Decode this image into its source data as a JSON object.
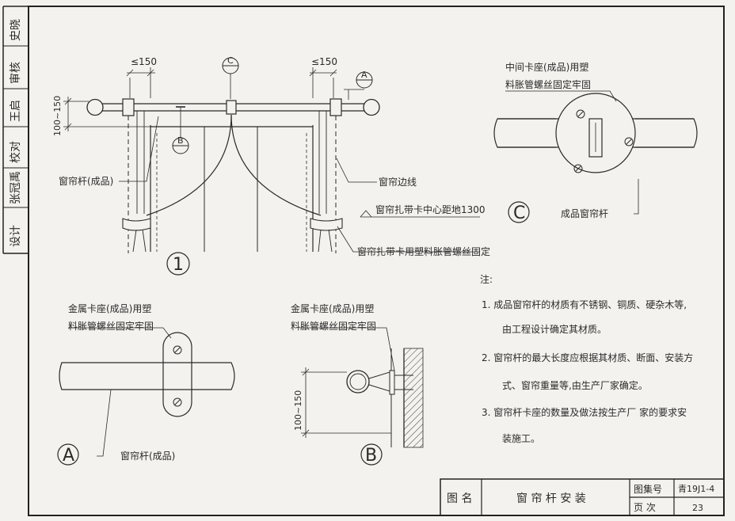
{
  "sidebar": {
    "design": "设计",
    "design_sig": "张冠禹",
    "check": "校对",
    "check_sig": "王启",
    "review": "审核",
    "review_sig": "史晓"
  },
  "fig1": {
    "dim_left": "≤150",
    "dim_right": "≤150",
    "dim_vert": "100~150",
    "tag_c": "C",
    "tag_b": "B",
    "tag_a": "A",
    "label_rod": "窗帘杆(成品)",
    "label_edge": "窗帘边线",
    "label_tie_height": "窗帘扎带卡中心距地1300",
    "label_tie_fix": "窗帘扎带卡用塑料胀管螺丝固定",
    "number": "1"
  },
  "detailC": {
    "label_line1": "中间卡座(成品)用塑",
    "label_line2": "料胀管螺丝固定牢固",
    "label_rod": "成品窗帘杆",
    "tag": "C"
  },
  "detailA": {
    "label_line1": "金属卡座(成品)用塑",
    "label_line2": "料胀管螺丝固定牢固",
    "label_rod": "窗帘杆(成品)",
    "tag": "A"
  },
  "detailB": {
    "label_line1": "金属卡座(成品)用塑",
    "label_line2": "料胀管螺丝固定牢固",
    "dim_vert": "100~150",
    "tag": "B"
  },
  "notes": {
    "heading": "注:",
    "n1a": "1. 成品窗帘杆的材质有不锈钢、铜质、硬杂木等,",
    "n1b": "由工程设计确定其材质。",
    "n2a": "2. 窗帘杆的最大长度应根据其材质、断面、安装方",
    "n2b": "式、窗帘重量等,由生产厂家确定。",
    "n3a": "3. 窗帘杆卡座的数量及做法按生产厂 家的要求安",
    "n3b": "装施工。"
  },
  "titleblock": {
    "name_label": "图 名",
    "title": "窗 帘 杆 安 装",
    "atlas_label": "图集号",
    "atlas_value": "青19J1-4",
    "page_label": "页 次",
    "page_value": "23"
  },
  "colors": {
    "line": "#2a2a2a",
    "paper": "#f4f2ee"
  }
}
